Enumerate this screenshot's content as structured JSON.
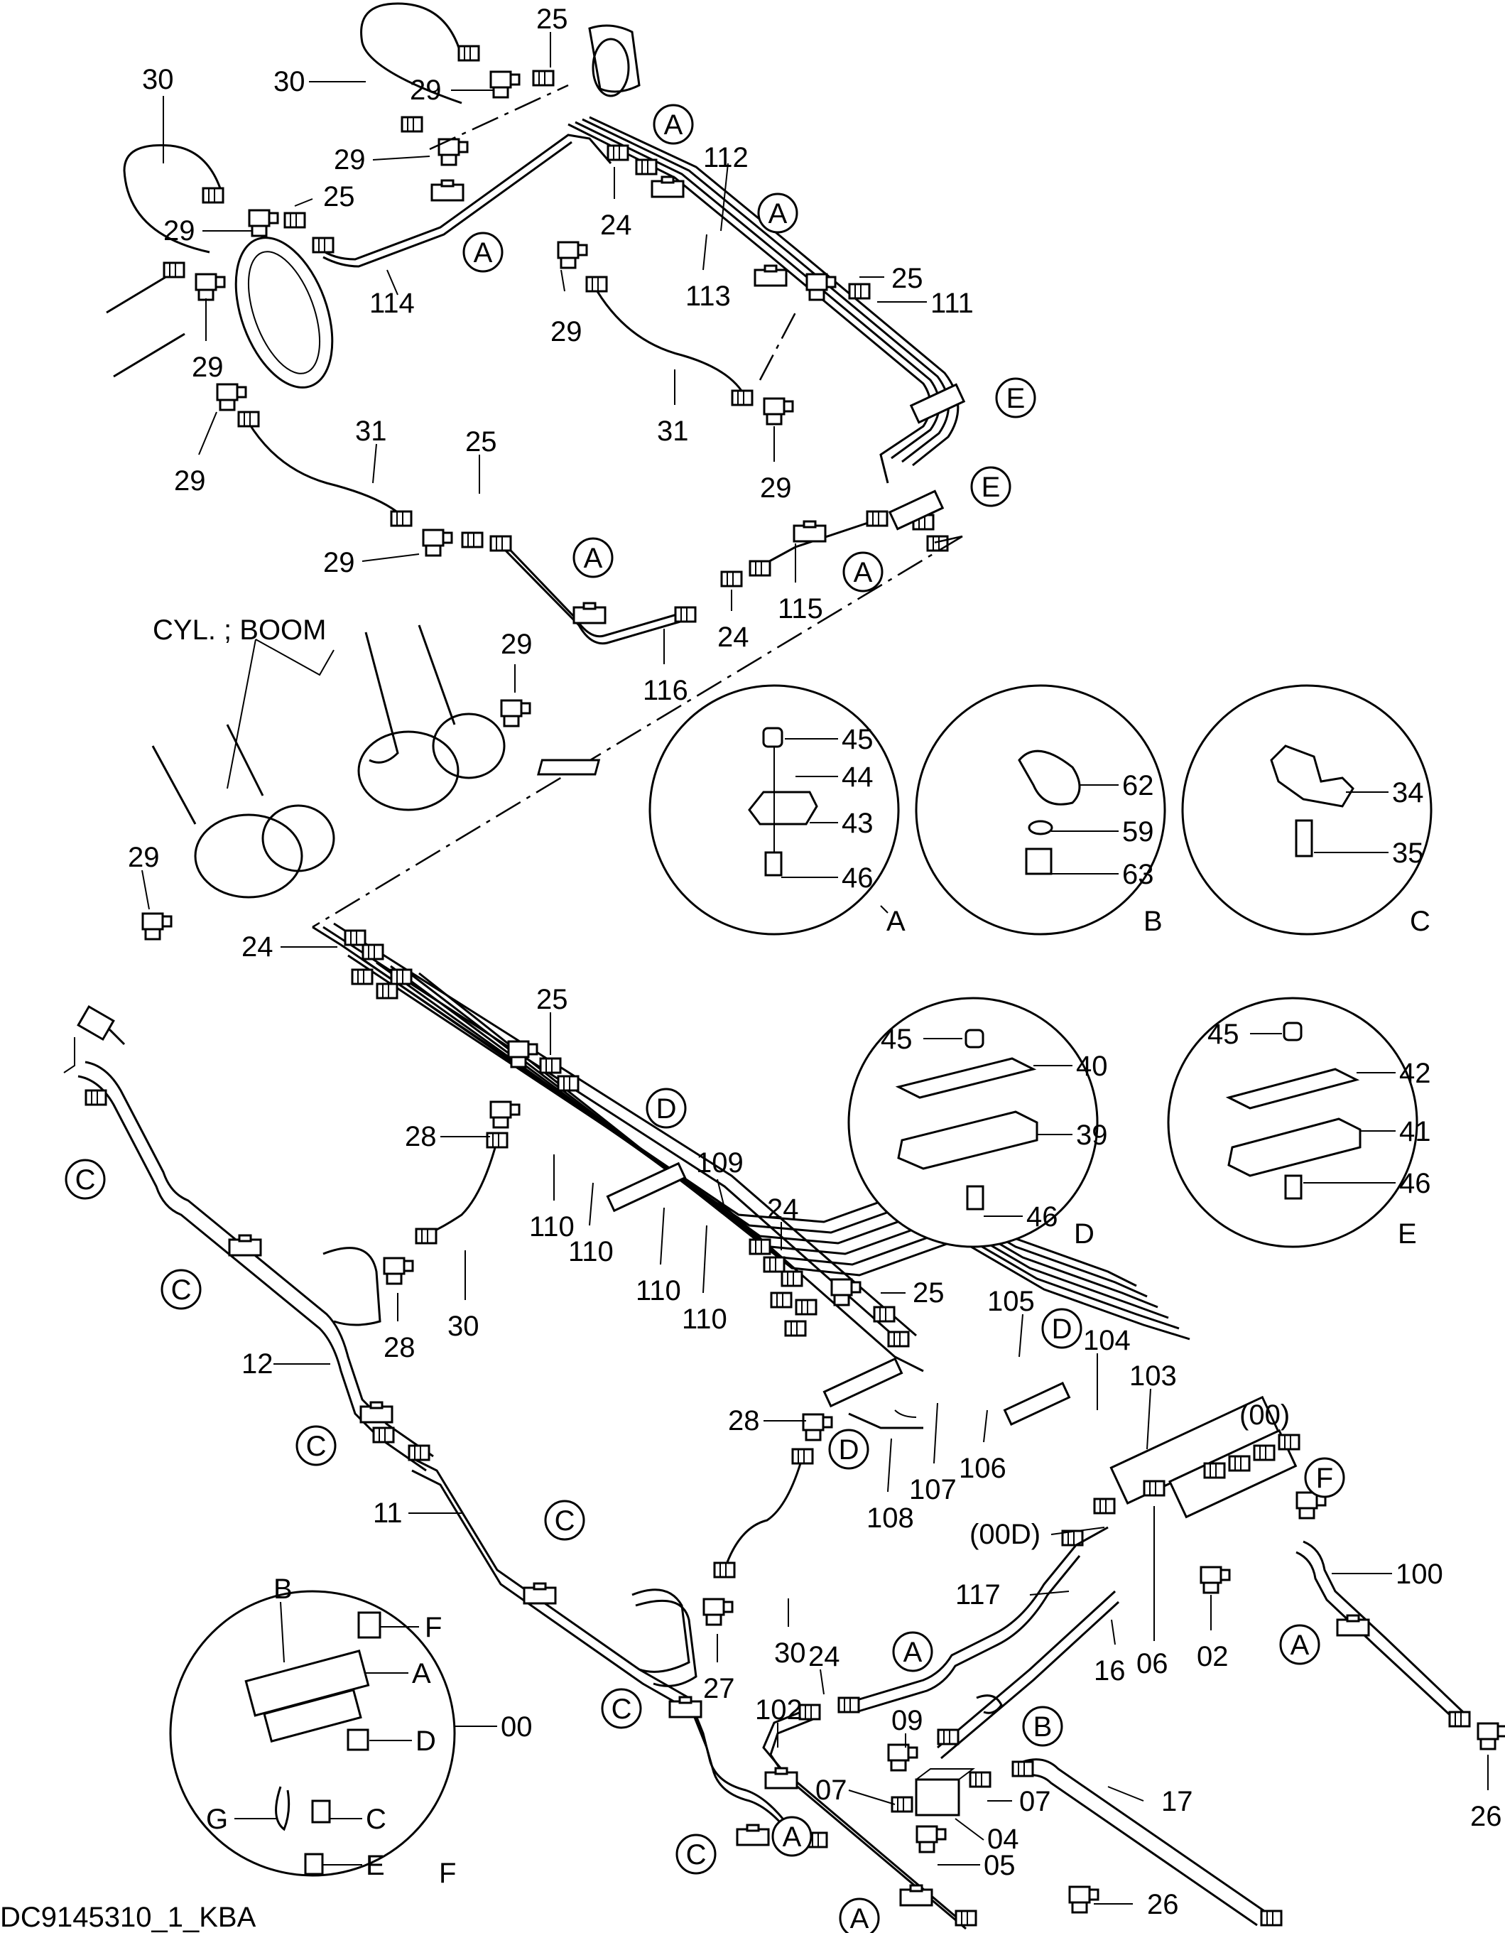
{
  "diagram": {
    "caption": "DC9145310_1_KBA",
    "cylinder_label": "CYL. ; BOOM",
    "detail_views": [
      {
        "letter": "A",
        "parts": [
          "45",
          "44",
          "43",
          "46"
        ]
      },
      {
        "letter": "B",
        "parts": [
          "62",
          "59",
          "63"
        ]
      },
      {
        "letter": "C",
        "parts": [
          "34",
          "35"
        ]
      },
      {
        "letter": "D",
        "parts": [
          "45",
          "40",
          "39",
          "46"
        ]
      },
      {
        "letter": "E",
        "parts": [
          "45",
          "42",
          "41",
          "46"
        ]
      },
      {
        "letter": "F",
        "parts": [
          "B",
          "F",
          "A",
          "00",
          "D",
          "G",
          "C",
          "E"
        ]
      }
    ],
    "callouts": {
      "ref_A": "A",
      "ref_B": "B",
      "ref_C": "C",
      "ref_D": "D",
      "ref_E": "E",
      "ref_F": "F"
    },
    "part_numbers": {
      "p00": "(00)",
      "p00d": "(00D)",
      "p02": "02",
      "p04": "04",
      "p05": "05",
      "p06": "06",
      "p07": "07",
      "p09": "09",
      "p11": "11",
      "p12": "12",
      "p16": "16",
      "p17": "17",
      "p24": "24",
      "p25": "25",
      "p26": "26",
      "p27": "27",
      "p28": "28",
      "p29": "29",
      "p30": "30",
      "p31": "31",
      "p100": "100",
      "p102": "102",
      "p103": "103",
      "p104": "104",
      "p105": "105",
      "p106": "106",
      "p107": "107",
      "p108": "108",
      "p109": "109",
      "p110": "110",
      "p111": "111",
      "p112": "112",
      "p113": "113",
      "p114": "114",
      "p115": "115",
      "p116": "116",
      "p117": "117"
    }
  }
}
